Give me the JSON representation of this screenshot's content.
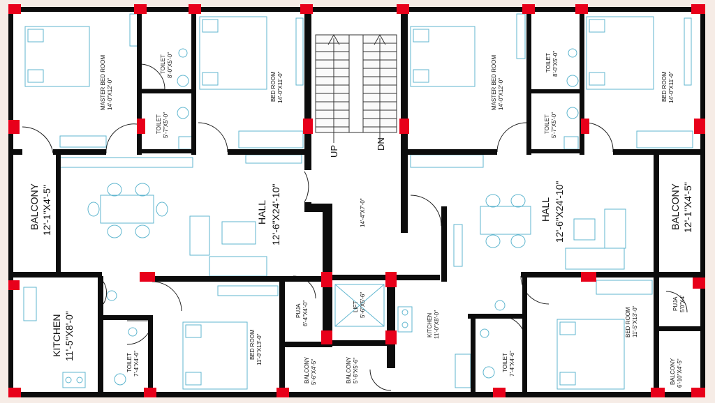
{
  "colors": {
    "wall": "#0c0c0c",
    "column": "#e8001a",
    "floor": "#ffffff",
    "furniture": "#5fb6cf",
    "background": "#f6ece6"
  },
  "rooms": {
    "master_bed_left": {
      "name": "MASTER BED ROOM",
      "size": "14'-0\"X12'-0\""
    },
    "toilet_top_left_a": {
      "name": "TOILET",
      "size": "8'-0\"X5'-0\""
    },
    "toilet_top_left_b": {
      "name": "TOILET",
      "size": "5'-7\"X5'-0\""
    },
    "bed_top_left": {
      "name": "BED ROOM",
      "size": "14'-0\"X11'-0\""
    },
    "stair": {
      "up": "UP",
      "dn": "DN",
      "size": "14'-4\"X7'-0\""
    },
    "master_bed_right": {
      "name": "MASTER BED ROOM",
      "size": "14'-0\"X12'-0\""
    },
    "toilet_top_right_a": {
      "name": "TOILET",
      "size": "8'-0\"X5'-0\""
    },
    "toilet_top_right_b": {
      "name": "TOILET",
      "size": "5'-7\"X5'-0\""
    },
    "bed_top_right": {
      "name": "BED ROOM",
      "size": "14'-0\"X11'-0\""
    },
    "balcony_left": {
      "name": "BALCONY",
      "size": "12'-1\"X4'-5\""
    },
    "hall_left": {
      "name": "HALL",
      "size": "12'-6\"X24'-10\""
    },
    "hall_right": {
      "name": "HALL",
      "size": "12'-6\"X24'-10\""
    },
    "balcony_right": {
      "name": "BALCONY",
      "size": "12'-1\"X4'-5\""
    },
    "kitchen_left": {
      "name": "KITCHEN",
      "size": "11'-5\"X8'-0\""
    },
    "toilet_bottom_left": {
      "name": "TOILET",
      "size": "7'-4\"X4'-6\""
    },
    "bed_bottom_left": {
      "name": "BED ROOM",
      "size": "11'-0\"X13'-0\""
    },
    "puja_left": {
      "name": "PUJA",
      "size": "6'-4\"X4'-0\""
    },
    "balcony_bottom_left": {
      "name": "BALCONY",
      "size": "5'-6\"X4'-5\""
    },
    "lift": {
      "name": "LIFT",
      "size": "5'-6\"X5'-6\""
    },
    "balcony_bottom_mid": {
      "name": "BALCONY",
      "size": "5'-6\"X5'-6\""
    },
    "kitchen_right": {
      "name": "KITCHEN",
      "size": "11'-0\"X8'-0\""
    },
    "toilet_bottom_right": {
      "name": "TOILET",
      "size": "7'-4\"X4'-6\""
    },
    "bed_bottom_right": {
      "name": "BED ROOM",
      "size": "11'-5\"X13'-0\""
    },
    "puja_right": {
      "name": "PUJA",
      "size": "5'0\"X4'"
    },
    "balcony_bottom_right": {
      "name": "BALCONY",
      "size": "6'-10\"X4'-5\""
    }
  }
}
